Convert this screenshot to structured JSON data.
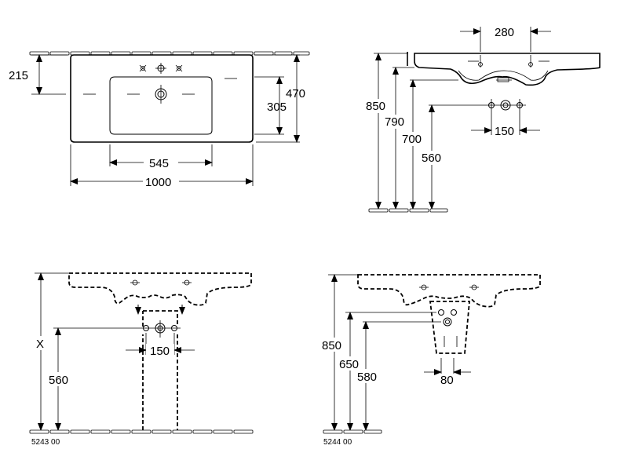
{
  "views": {
    "top": {
      "width": "1000",
      "basin_width": "545",
      "depth": "470",
      "basin_depth": "305",
      "front_offset": "215"
    },
    "side": {
      "hole_spacing": "280",
      "height_rim": "850",
      "height_underside": "790",
      "height_outlet": "700",
      "height_connections": "560",
      "connection_spacing": "150"
    },
    "front_5243": {
      "height_variable": "X",
      "height_connections": "560",
      "connection_spacing": "150",
      "article_code": "5243 00"
    },
    "front_5244": {
      "height_rim": "850",
      "height_upper": "650",
      "height_lower": "580",
      "connection_spacing": "80",
      "article_code": "5244 00"
    }
  }
}
